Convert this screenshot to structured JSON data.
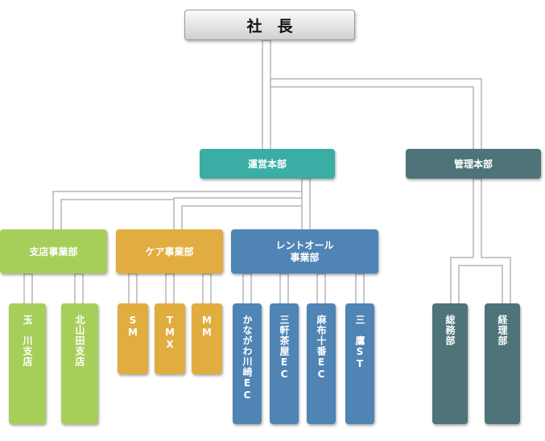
{
  "president": "社　長",
  "departments": {
    "operations": "運営本部",
    "management": "管理本部"
  },
  "divisions": {
    "branch": "支店事業部",
    "care": "ケア事業部",
    "rental": "レントオール\n事業部"
  },
  "units": {
    "tamagawa": "玉　川支店",
    "kitayamada": "北山田支店",
    "sm": "SM",
    "tmx": "TMX",
    "mm": "MM",
    "kanagawa": "かながわ川崎EC",
    "sangenjaya": "三軒茶屋EC",
    "azabu": "麻布十番EC",
    "mitaka": "三　鷹ST",
    "soumu": "総務部",
    "keiri": "経理部"
  },
  "colors": {
    "branch": "#a6cf5a",
    "care": "#e1ad40",
    "rental": "#4f84b5",
    "operations": "#3aaea5",
    "management": "#4e7479",
    "connector_fill": "#ffffff",
    "connector_stroke": "#b5b5b5"
  }
}
